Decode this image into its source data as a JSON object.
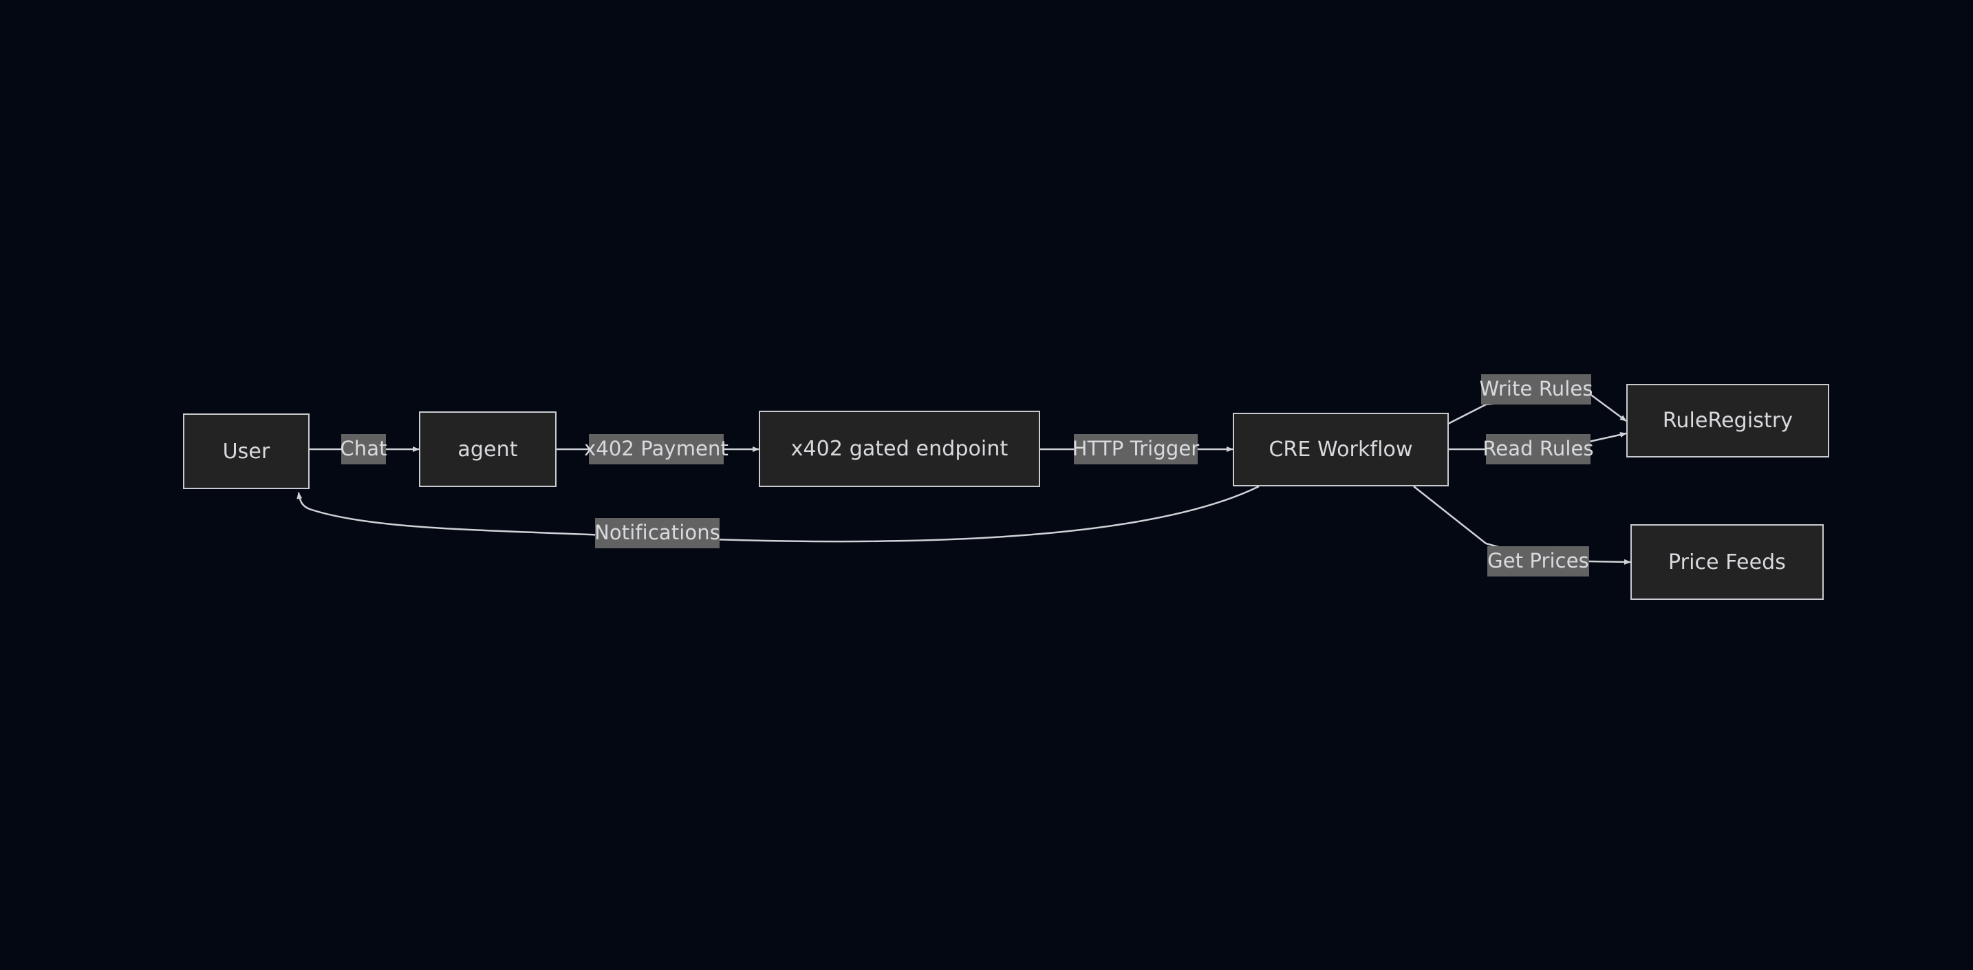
{
  "diagram": {
    "type": "flowchart",
    "direction": "left-to-right",
    "title": "",
    "background_color": "#030812",
    "node_fill_color": "#232323",
    "node_border_color": "#c9cbd0",
    "edge_color": "#d0d2d6",
    "label_background_color": "#626262",
    "text_color": "#d8dade",
    "nodes": [
      {
        "id": "user",
        "label": "User"
      },
      {
        "id": "agent",
        "label": "agent"
      },
      {
        "id": "endpoint",
        "label": "x402 gated endpoint"
      },
      {
        "id": "cre",
        "label": "CRE Workflow"
      },
      {
        "id": "ruleregistry",
        "label": "RuleRegistry"
      },
      {
        "id": "pricefeeds",
        "label": "Price Feeds"
      }
    ],
    "edges": [
      {
        "from": "user",
        "to": "agent",
        "label": "Chat"
      },
      {
        "from": "agent",
        "to": "endpoint",
        "label": "x402 Payment"
      },
      {
        "from": "endpoint",
        "to": "cre",
        "label": "HTTP Trigger"
      },
      {
        "from": "cre",
        "to": "ruleregistry",
        "label": "Write Rules"
      },
      {
        "from": "cre",
        "to": "ruleregistry",
        "label": "Read Rules"
      },
      {
        "from": "cre",
        "to": "pricefeeds",
        "label": "Get Prices"
      },
      {
        "from": "cre",
        "to": "user",
        "label": "Notifications"
      }
    ]
  }
}
